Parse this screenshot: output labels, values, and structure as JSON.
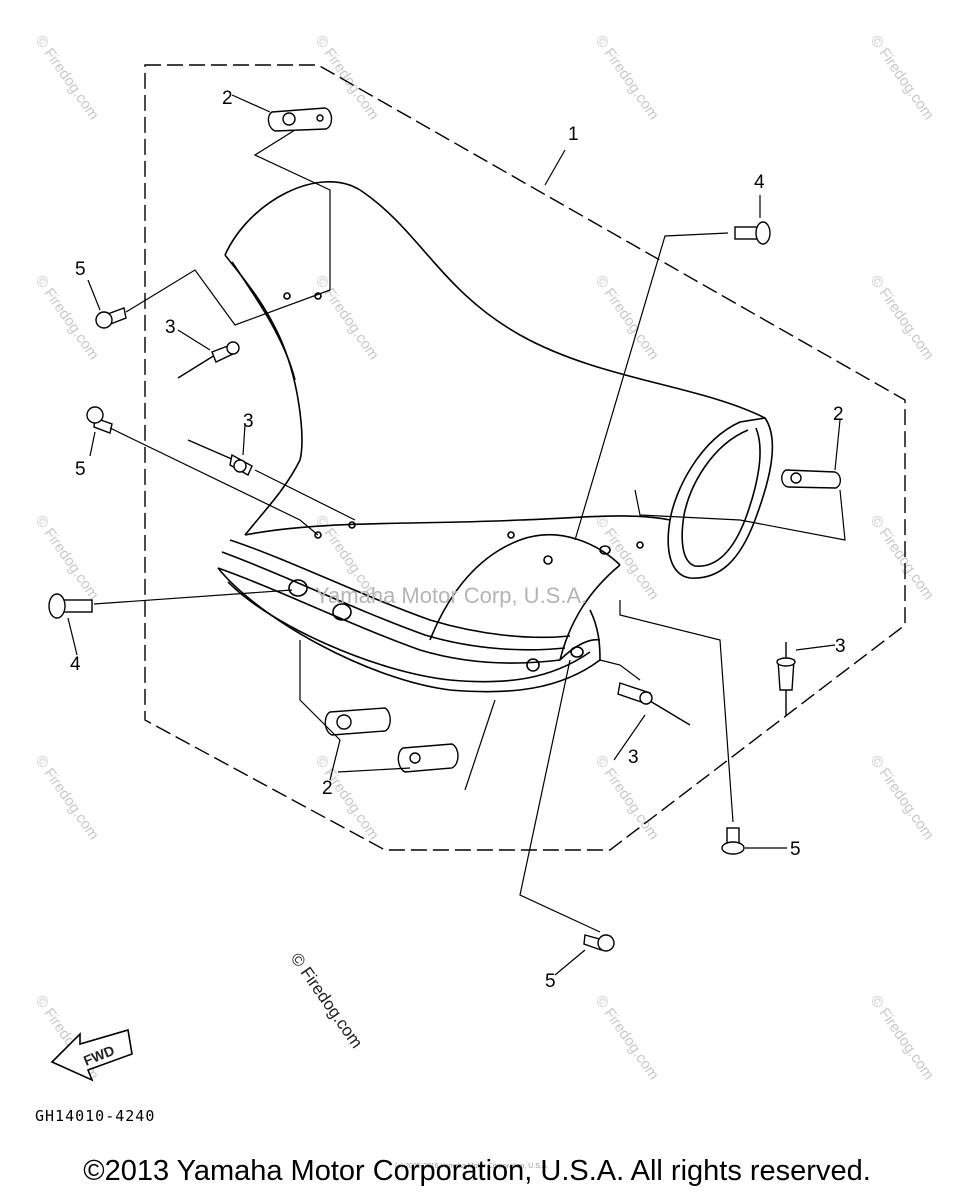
{
  "watermark": {
    "text": "© Firedog.com"
  },
  "center_watermark": "Yamaha Motor Corp, U.S.A.",
  "diagonal_mark": "© Firedog.com",
  "labels": {
    "cowling": "1",
    "plate": "2",
    "rivet": "3",
    "bolt_washer": "4",
    "screw": "5"
  },
  "fwd_label": "FWD",
  "part_code": "GH14010-4240",
  "tiny_note": "(c) 2005-2016 Yamaha Motor Corporation, U.S.A.",
  "copyright": "©2013 Yamaha Motor Corporation, U.S.A. All rights reserved."
}
